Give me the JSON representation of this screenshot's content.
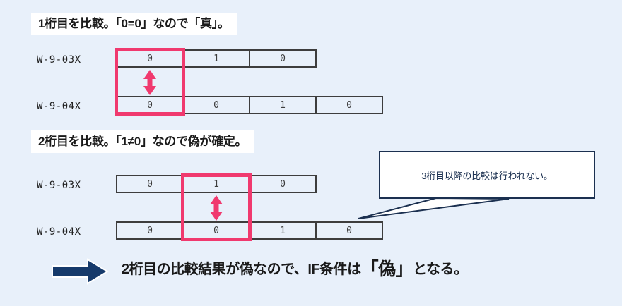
{
  "background_color": "#e8f0fa",
  "accent_pink": "#f0396e",
  "accent_navy": "#1b3050",
  "cell_border_color": "#3d3d3d",
  "steps": [
    {
      "banner": "1桁目を比較。「0=0」なので「真」。",
      "top_label": "W-9-03X",
      "bottom_label": "W-9-04X",
      "top_digits": [
        "0",
        "1",
        "0"
      ],
      "bottom_digits": [
        "0",
        "0",
        "1",
        "0"
      ],
      "highlight_column_index": 0,
      "arrow_icon": "up-down-arrow-icon"
    },
    {
      "banner": "2桁目を比較。「1≠0」なので偽が確定。",
      "top_label": "W-9-03X",
      "bottom_label": "W-9-04X",
      "top_digits": [
        "0",
        "1",
        "0"
      ],
      "bottom_digits": [
        "0",
        "0",
        "1",
        "0"
      ],
      "highlight_column_index": 1,
      "arrow_icon": "up-down-arrow-icon"
    }
  ],
  "callout": {
    "text": "3桁目以降の比較は行われない。",
    "icon": "speech-balloon-icon"
  },
  "conclusion": {
    "arrow_icon": "right-arrow-icon",
    "text_before": "2桁目の比較結果が偽なので、IF条件は",
    "text_emphasis": "「偽」",
    "text_after": "となる。"
  }
}
